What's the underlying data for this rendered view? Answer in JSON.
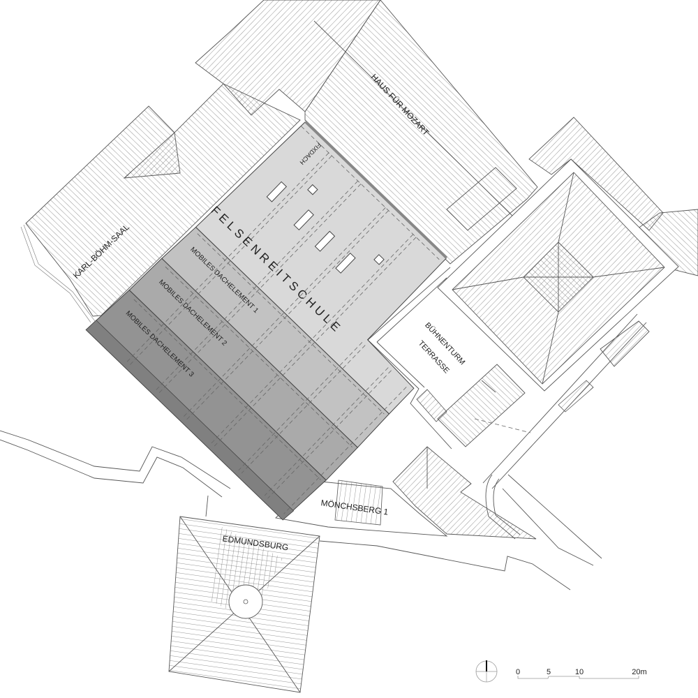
{
  "buildings": {
    "felsenreitschule": "FELSENREITSCHULE",
    "fixdach": "FIXDACH",
    "element_1": "MOBILES DACHELEMENT 1",
    "element_2": "MOBILES DACHELEMENT 2",
    "element_3": "MOBILES DACHELEMENT 3",
    "karl_boehm_saal": "KARL-BÖHM-SAAL",
    "haus_fuer_mozart": "HAUS FÜR MOZART",
    "buehnenturm_line1": "BÜHNENTURM",
    "buehnenturm_line2": "TERRASSE",
    "moenchsberg": "MÖNCHSBERG 1",
    "edmundsburg": "EDMUNDSBURG"
  },
  "scale_bar": {
    "ticks": [
      "0",
      "5",
      "10",
      "20m"
    ]
  },
  "colors": {
    "fixdach": "#d9d9d9",
    "element_1": "#c2c2c2",
    "element_2": "#aaaaaa",
    "element_3": "#939393",
    "edge_band": "#808080"
  }
}
